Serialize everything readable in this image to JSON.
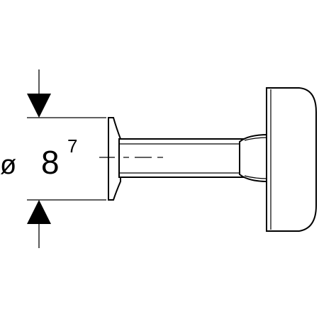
{
  "dimension": {
    "symbol": "ø",
    "value": "8",
    "superscript": "7"
  },
  "colors": {
    "line": "#000000",
    "background": "#ffffff"
  }
}
